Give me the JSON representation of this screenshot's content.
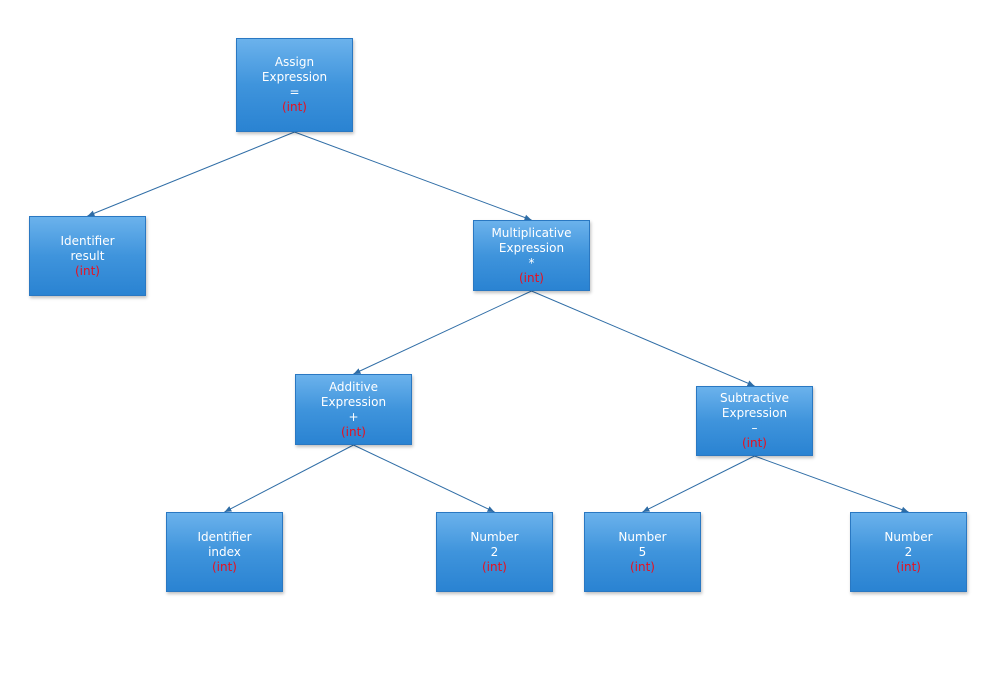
{
  "diagram": {
    "type": "syntax-tree",
    "nodes": [
      {
        "id": "assign",
        "lines": [
          "Assign",
          "Expression",
          "="
        ],
        "type_label": "(int)",
        "children": [
          "identifier-result",
          "multiplicative"
        ]
      },
      {
        "id": "identifier-result",
        "lines": [
          "Identifier",
          "result"
        ],
        "type_label": "(int)",
        "children": []
      },
      {
        "id": "multiplicative",
        "lines": [
          "Multiplicative",
          "Expression",
          "*"
        ],
        "type_label": "(int)",
        "children": [
          "additive",
          "subtractive"
        ]
      },
      {
        "id": "additive",
        "lines": [
          "Additive",
          "Expression",
          "+"
        ],
        "type_label": "(int)",
        "children": [
          "identifier-index",
          "number-2-left"
        ]
      },
      {
        "id": "subtractive",
        "lines": [
          "Subtractive",
          "Expression",
          "–"
        ],
        "type_label": "(int)",
        "children": [
          "number-5",
          "number-2-right"
        ]
      },
      {
        "id": "identifier-index",
        "lines": [
          "Identifier",
          "index"
        ],
        "type_label": "(int)",
        "children": []
      },
      {
        "id": "number-2-left",
        "lines": [
          "Number",
          "2"
        ],
        "type_label": "(int)",
        "children": []
      },
      {
        "id": "number-5",
        "lines": [
          "Number",
          "5"
        ],
        "type_label": "(int)",
        "children": []
      },
      {
        "id": "number-2-right",
        "lines": [
          "Number",
          "2"
        ],
        "type_label": "(int)",
        "children": []
      }
    ]
  },
  "colors": {
    "node_fill": "#3f94dc",
    "node_border": "#2a78c2",
    "node_text": "#ffffff",
    "type_label": "#e8101f",
    "edge": "#2f6da6"
  }
}
